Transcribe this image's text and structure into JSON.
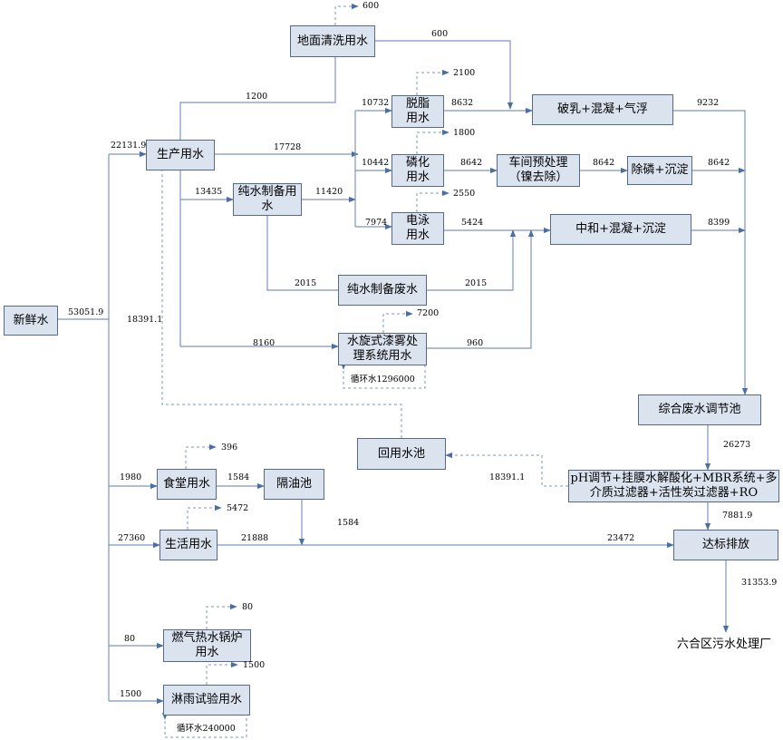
{
  "nodes": {
    "fresh": "新鲜水",
    "floor": "地面清洗用水",
    "prod": "生产用水",
    "degrease": "脱脂\n用水",
    "phos": "磷化\n用水",
    "electro": "电泳\n用水",
    "pure": "纯水制备用\n水",
    "pure_waste": "纯水制备废水",
    "spray": "水旋式漆雾处\n理系统用水",
    "demuls": "破乳+混凝+气浮",
    "workshop": "车间预处理\n（镍去除）",
    "dephos": "除磷+沉淀",
    "neutral": "中和+混凝+沉淀",
    "tank": "综合废水调节池",
    "reuse": "回用水池",
    "treat": "pH调节+挂膜水解酸化+MBR系统+多\n介质过滤器+活性炭过滤器+RO",
    "canteen": "食堂用水",
    "oil": "隔油池",
    "life": "生活用水",
    "discharge": "达标排放",
    "boiler": "燃气热水锅炉\n用水",
    "rain": "淋雨试验用水",
    "plant": "六合区污水处理厂"
  },
  "labels": {
    "l600a": "600",
    "l600b": "600",
    "l1200": "1200",
    "l10732": "10732",
    "l2100": "2100",
    "l8632": "8632",
    "l9232": "9232",
    "l22131": "22131.9",
    "l17728": "17728",
    "l10442": "10442",
    "l1800": "1800",
    "l8642a": "8642",
    "l8642b": "8642",
    "l8642c": "8642",
    "l13435": "13435",
    "l11420": "11420",
    "l2550": "2550",
    "l7974": "7974",
    "l5424": "5424",
    "l8399": "8399",
    "l2015a": "2015",
    "l2015b": "2015",
    "l53051": "53051.9",
    "l18391a": "18391.1",
    "l7200": "7200",
    "l8160": "8160",
    "l960": "960",
    "lcirc1": "循环水1296000",
    "l26273": "26273",
    "l18391b": "18391.1",
    "l396": "396",
    "l1980": "1980",
    "l1584a": "1584",
    "l5472": "5472",
    "l1584b": "1584",
    "l7881": "7881.9",
    "l27360": "27360",
    "l21888": "21888",
    "l23472": "23472",
    "l31353": "31353.9",
    "l80a": "80",
    "l80b": "80",
    "l1500a": "1500",
    "l1500b": "1500",
    "lcirc2": "循环水240000"
  }
}
